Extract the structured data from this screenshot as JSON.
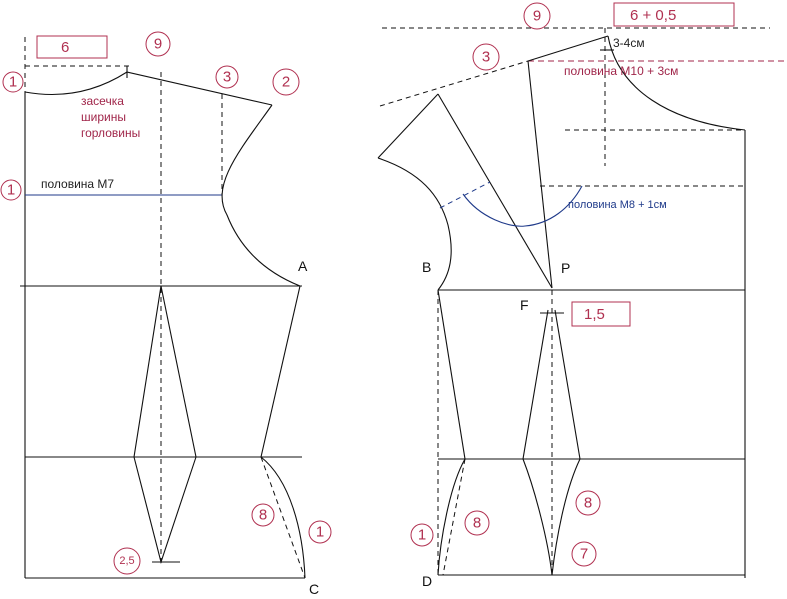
{
  "diagram": {
    "measure_boxes": {
      "back_neck_width": "6",
      "front_neck_width": "6 + 0,5",
      "front_waist_dart": "1,5"
    },
    "step_numbers": {
      "back_step_1_top": "1",
      "back_step_9": "9",
      "back_step_3": "3",
      "back_step_2": "2",
      "back_step_1_chest": "1",
      "back_step_2_5": "2,5",
      "back_step_8": "8",
      "back_step_1_hem": "1",
      "front_step_9": "9",
      "front_step_3": "3",
      "front_step_1_hem": "1",
      "front_step_8_side": "8",
      "front_step_8_center": "8",
      "front_step_7": "7"
    },
    "point_labels": {
      "A": "A",
      "B": "B",
      "C": "C",
      "D": "D",
      "F": "F",
      "P": "P"
    },
    "annotations": {
      "neck_notch_line1": "засечка",
      "neck_notch_line2": "ширины",
      "neck_notch_line3": "горловины",
      "back_half_m7": "половина М7",
      "front_drop": "3-4см",
      "front_half_m10": "половина М10 + 3см",
      "front_half_m8": "половина М8 + 1см"
    },
    "colors": {
      "ink": "#111111",
      "accent_red": "#b03050",
      "accent_blue": "#1f3a8a"
    }
  }
}
